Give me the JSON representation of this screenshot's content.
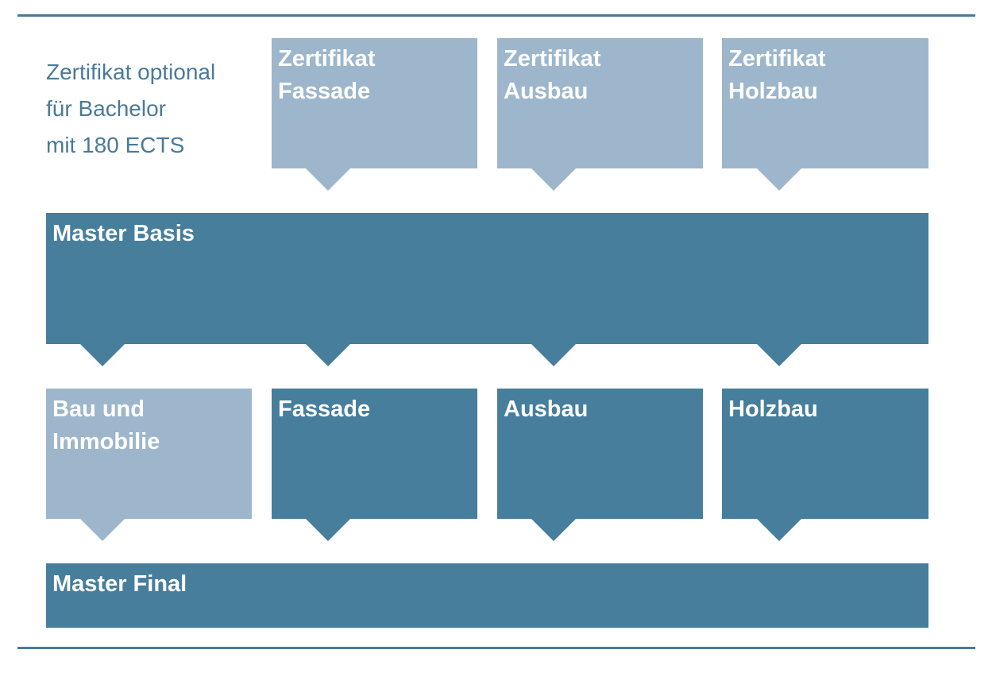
{
  "note": {
    "lines": [
      "Zertifikat optional",
      "für Bachelor",
      "mit 180 ECTS"
    ]
  },
  "certificates": [
    {
      "lines": [
        "Zertifikat",
        "Fassade"
      ]
    },
    {
      "lines": [
        "Zertifikat",
        "Ausbau"
      ]
    },
    {
      "lines": [
        "Zertifikat",
        "Holzbau"
      ]
    }
  ],
  "master_basis": {
    "label": "Master Basis"
  },
  "specializations": [
    {
      "lines": [
        "Bau und",
        "Immobilie"
      ]
    },
    {
      "lines": [
        "Fassade"
      ]
    },
    {
      "lines": [
        "Ausbau"
      ]
    },
    {
      "lines": [
        "Holzbau"
      ]
    }
  ],
  "master_final": {
    "label": "Master Final"
  },
  "colors": {
    "dark_block": "#467e9c",
    "light_block": "#9db6cb",
    "note_text": "#4a7a98",
    "rule": "#4a7a98"
  }
}
